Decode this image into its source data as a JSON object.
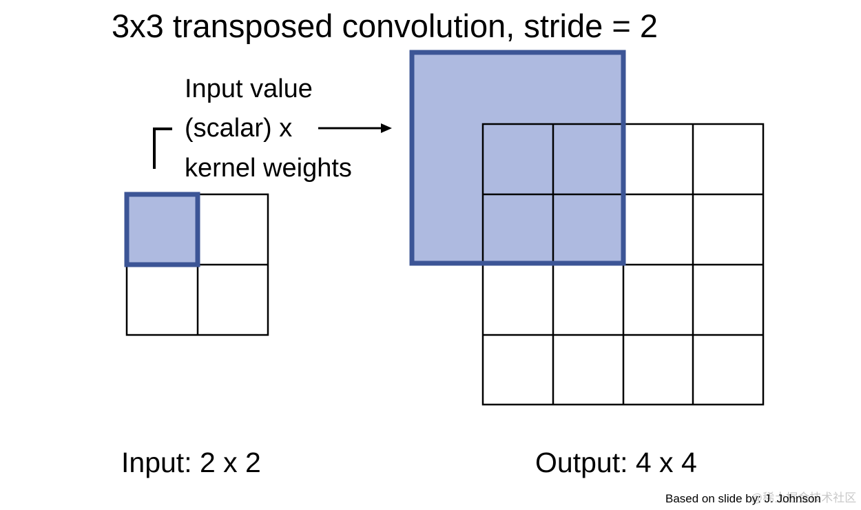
{
  "title": "3x3 transposed convolution, stride = 2",
  "annotation": {
    "lines": [
      "Input value",
      "(scalar) x",
      "kernel weights"
    ]
  },
  "input": {
    "caption": "Input: 2 x 2",
    "rows": 2,
    "cols": 2,
    "highlighted_cell": [
      0,
      0
    ]
  },
  "output": {
    "caption": "Output: 4 x 4",
    "rows": 4,
    "cols": 4
  },
  "kernel": {
    "size": 3,
    "covers_output_cells": [
      [
        0,
        0
      ],
      [
        0,
        1
      ],
      [
        1,
        0
      ],
      [
        1,
        1
      ]
    ]
  },
  "credit": "Based on slide by: J. Johnson",
  "watermark": "@稀土掘金技术社区",
  "colors": {
    "highlight_fill": "#aebae0",
    "highlight_border": "#3c5596",
    "grid": "#000000"
  }
}
